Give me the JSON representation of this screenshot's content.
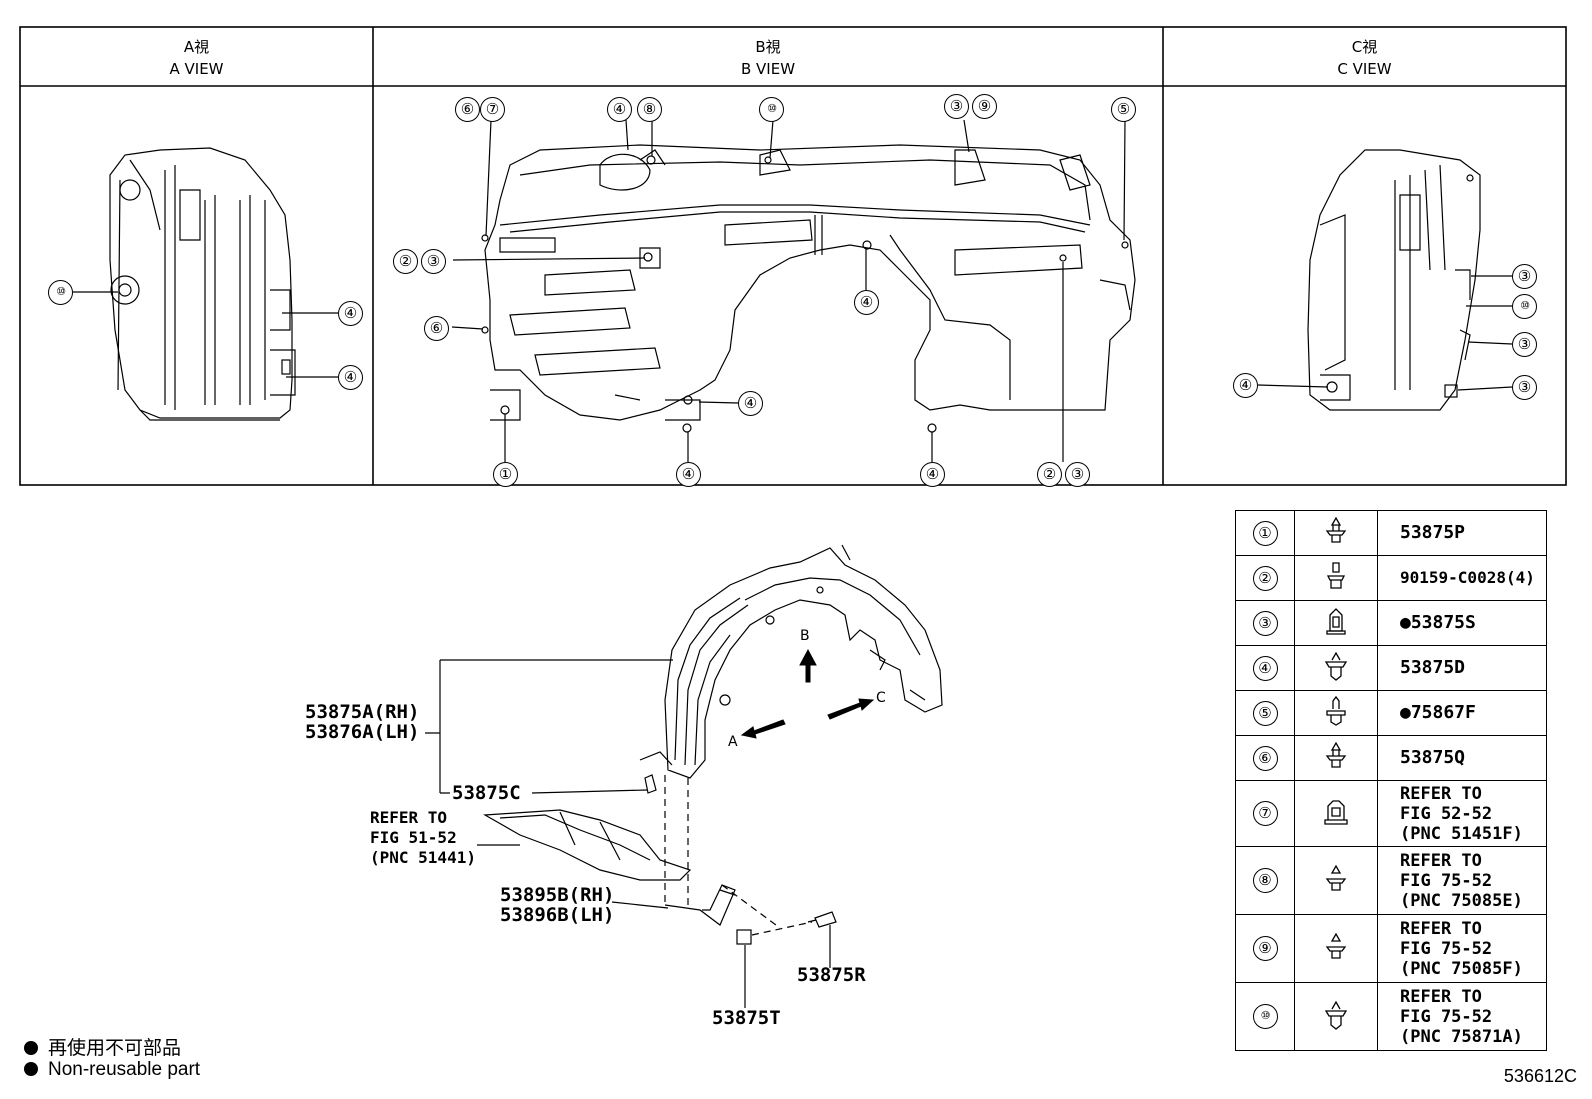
{
  "views": [
    {
      "jp": "A視",
      "en": "A VIEW"
    },
    {
      "jp": "B視",
      "en": "B VIEW"
    },
    {
      "jp": "C視",
      "en": "C VIEW"
    }
  ],
  "callouts": {
    "a_10": "⑩",
    "a_4_top": "④",
    "a_4_bot": "④",
    "b_6": "⑥",
    "b_7": "⑦",
    "b_4top": "④",
    "b_8": "⑧",
    "b_10": "⑩",
    "b_3top": "③",
    "b_9": "⑨",
    "b_5": "⑤",
    "b_2": "②",
    "b_3": "③",
    "b_6b": "⑥",
    "b_4mid": "④",
    "b_4low": "④",
    "b_1": "①",
    "b_4bot": "④",
    "b_4bot2": "④",
    "b_2b": "②",
    "b_3b": "③",
    "c_3a": "③",
    "c_10": "⑩",
    "c_3b": "③",
    "c_3c": "③",
    "c_4": "④"
  },
  "parts": {
    "fender_liner": "53875A(RH)\n53876A(LH)",
    "clip_c": "53875C",
    "refer_51": "REFER TO\nFIG 51-52\n(PNC 51441)",
    "bracket": "53895B(RH)\n53896B(LH)",
    "bolt_r": "53875R",
    "nut_t": "53875T"
  },
  "arrows": {
    "a": "A",
    "b": "B",
    "c": "C"
  },
  "legend": [
    {
      "num": "①",
      "part": "53875P"
    },
    {
      "num": "②",
      "part": "90159-C0028(4)"
    },
    {
      "num": "③",
      "part": "●53875S"
    },
    {
      "num": "④",
      "part": "53875D"
    },
    {
      "num": "⑤",
      "part": "●75867F"
    },
    {
      "num": "⑥",
      "part": "53875Q"
    },
    {
      "num": "⑦",
      "part": "REFER TO\nFIG 52-52\n(PNC 51451F)"
    },
    {
      "num": "⑧",
      "part": "REFER TO\nFIG 75-52\n(PNC 75085E)"
    },
    {
      "num": "⑨",
      "part": "REFER TO\nFIG 75-52\n(PNC 75085F)"
    },
    {
      "num": "⑩",
      "part": "REFER TO\nFIG 75-52\n(PNC 75871A)"
    }
  ],
  "notes": {
    "jp": "再使用不可部品",
    "en": "Non-reusable part"
  },
  "figure_number": "536612C"
}
